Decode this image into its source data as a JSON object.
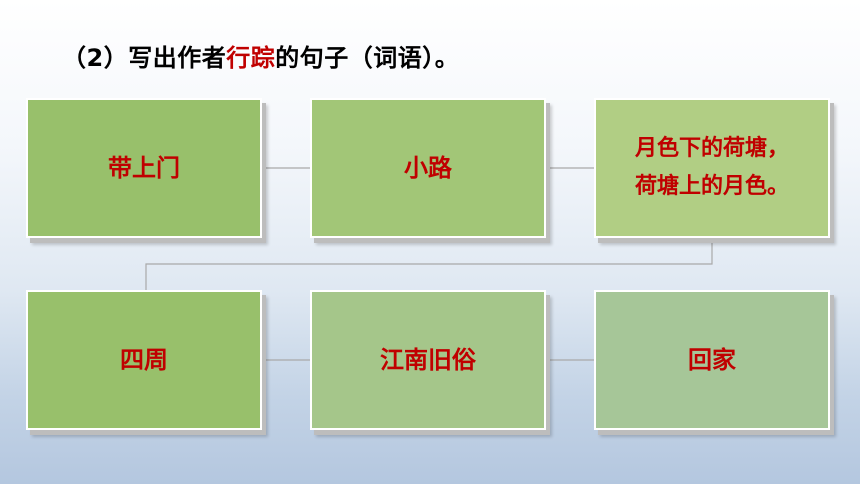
{
  "title": {
    "prefix": "（2）写出作者",
    "highlight": "行踪",
    "suffix": "的句子（词语）。"
  },
  "boxes": [
    {
      "text": "带上门"
    },
    {
      "text": "小路"
    },
    {
      "text": "月色下的荷塘，\n荷塘上的月色。"
    },
    {
      "text": "四周"
    },
    {
      "text": "江南旧俗"
    },
    {
      "text": "回家"
    }
  ],
  "colors": {
    "highlight": "#c00000",
    "box_text": "#c00000",
    "connector": "#a9a9a9"
  }
}
